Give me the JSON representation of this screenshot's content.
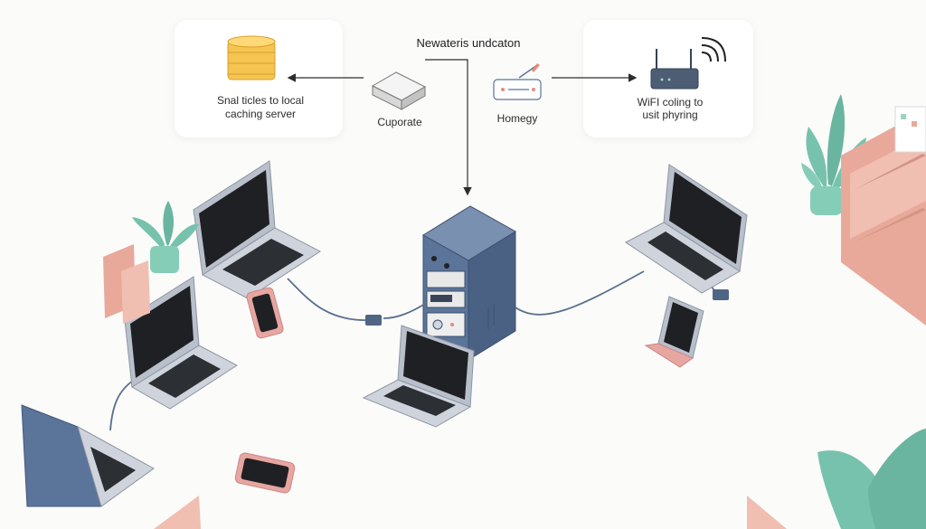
{
  "diagram": {
    "title": "Newateris undcaton",
    "nodes": {
      "caching": {
        "label_line1": "Snal ticles to local",
        "label_line2": "caching server"
      },
      "corporate": {
        "label": "Cuporate"
      },
      "homegy": {
        "label": "Homegy"
      },
      "wifi": {
        "label_line1": "WiFI coling to",
        "label_line2": "usit phyring"
      }
    }
  },
  "colors": {
    "background": "#fbfbfa",
    "server_blue": "#5b7499",
    "device_gray": "#b9c0cb",
    "screen": "#1f2023",
    "plant_green": "#77c2ac",
    "pot_pink": "#e9b0a2",
    "cable": "#5a6f8e",
    "drawer_pink": "#e8a99a"
  }
}
